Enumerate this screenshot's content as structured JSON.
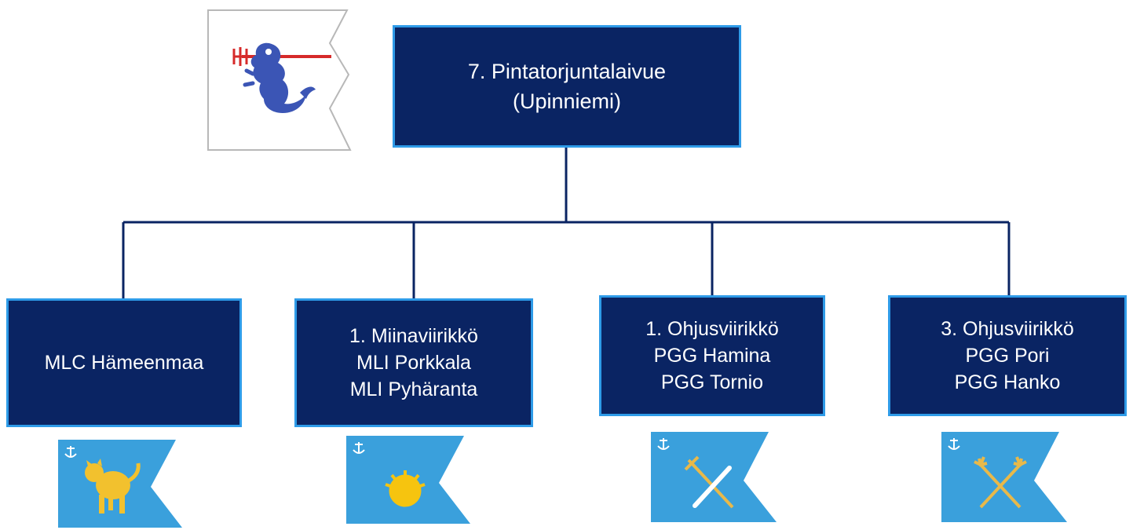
{
  "root": {
    "lines": [
      "7. Pintatorjuntalaivue",
      "(Upinniemi)"
    ]
  },
  "units": [
    {
      "lines": [
        "MLC Hämeenmaa"
      ],
      "flag": "lynx-flag",
      "flag_color": "#3aa0dc",
      "emblem_color": "#f2c12e"
    },
    {
      "lines": [
        "1. Miinaviirikkö",
        "MLI Porkkala",
        "MLI Pyhäranta"
      ],
      "flag": "mine-flag",
      "flag_color": "#3aa0dc",
      "emblem_color": "#f6c40f"
    },
    {
      "lines": [
        "1. Ohjusviirikkö",
        "PGG Hamina",
        "PGG  Tornio"
      ],
      "flag": "trident-missile-flag",
      "flag_color": "#3aa0dc",
      "emblem_color": "#e8b94a"
    },
    {
      "lines": [
        "3. Ohjusviirikkö",
        "PGG Pori",
        "PGG Hanko"
      ],
      "flag": "crossed-tridents-flag",
      "flag_color": "#3aa0dc",
      "emblem_color": "#e8b94a"
    }
  ],
  "colors": {
    "box_fill": "#0a2463",
    "box_border": "#2e9be8",
    "connector": "#0a2463",
    "root_flag_border": "#b8b8b8",
    "root_emblem": "#3b55b5",
    "trident_red": "#d62a2a"
  }
}
